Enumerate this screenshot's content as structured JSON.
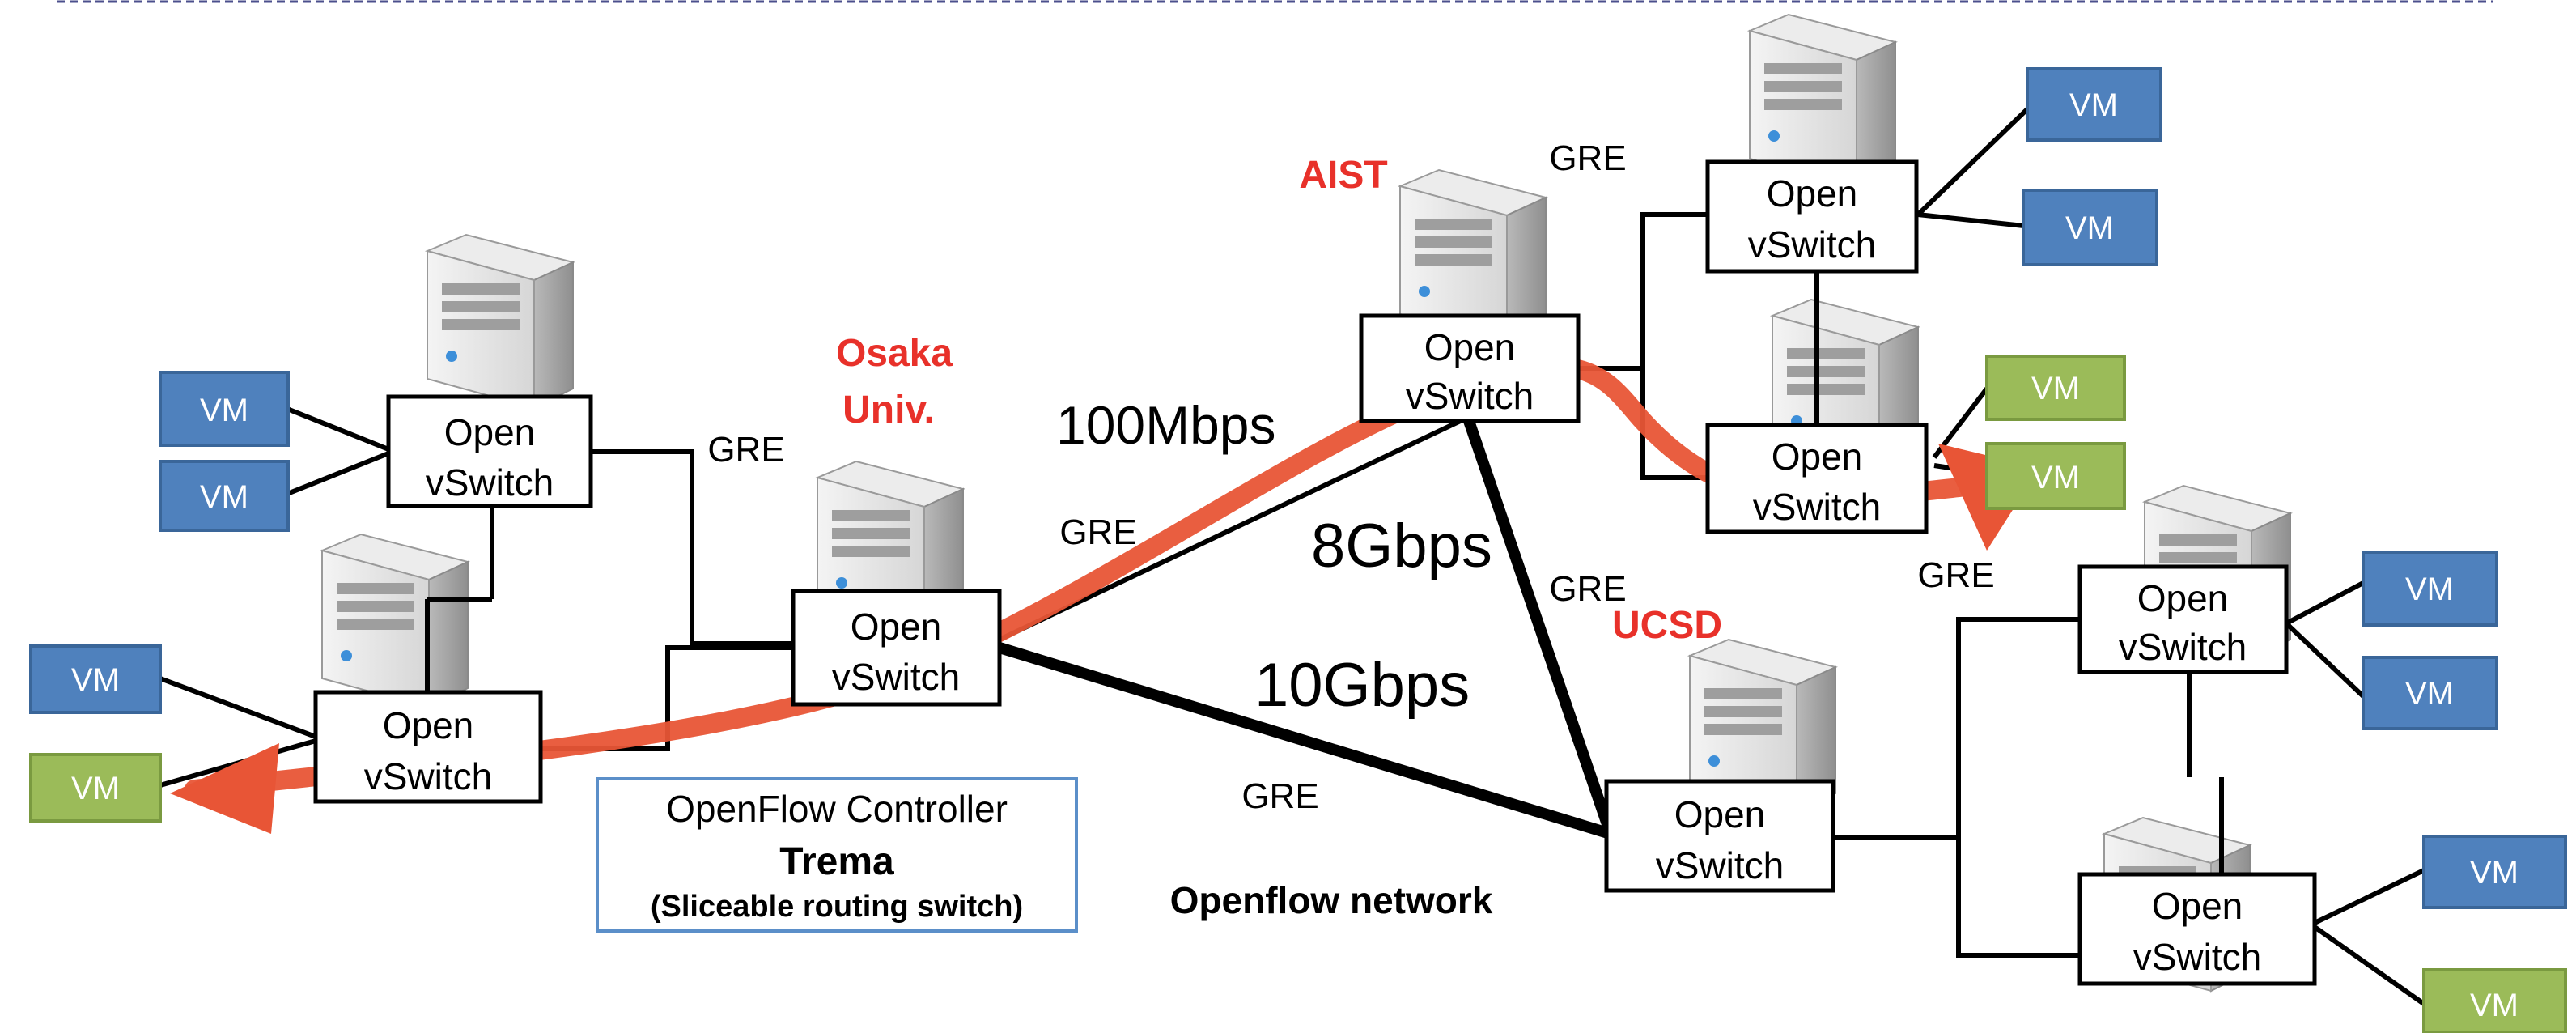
{
  "colors": {
    "vm_blue": "#4f81bd",
    "vm_green": "#9bbb59",
    "site_label": "#e8312a",
    "path_arrow": "#e85536",
    "controller_border": "#5b8fc9",
    "link": "#000000"
  },
  "switch_label": {
    "line1": "Open",
    "line2": "vSwitch"
  },
  "vm_label": "VM",
  "sites": {
    "aist": "AIST",
    "osaka_line1": "Osaka",
    "osaka_line2": "Univ.",
    "ucsd": "UCSD"
  },
  "links": {
    "bw_100mbps": "100Mbps",
    "bw_8gbps": "8Gbps",
    "bw_10gbps": "10Gbps",
    "gre": "GRE"
  },
  "controller": {
    "line1": "OpenFlow Controller",
    "line2": "Trema",
    "line3": "(Sliceable routing switch)"
  },
  "network_label": "Openflow network",
  "icons": {
    "server": "server-tower-icon",
    "path": "data-path-arrow-icon"
  }
}
